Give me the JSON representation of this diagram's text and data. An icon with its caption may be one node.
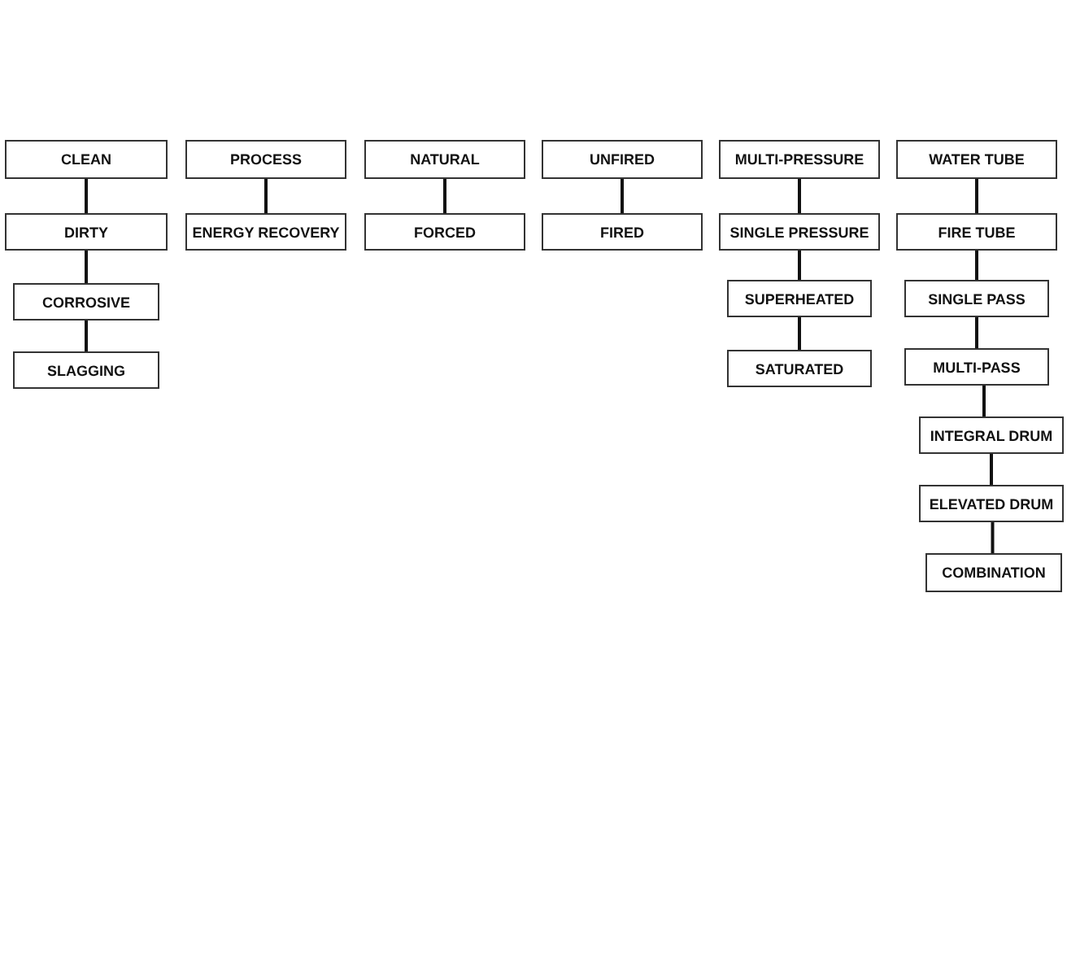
{
  "diagram": {
    "nodes": [
      {
        "text": [
          "CLEAN"
        ]
      },
      {
        "text": [
          "PROCESS"
        ]
      },
      {
        "text": [
          "NATURAL"
        ]
      },
      {
        "text": [
          "UNFIRED"
        ]
      },
      {
        "text": [
          "MULTI-PRESSURE"
        ]
      },
      {
        "text": [
          "WATER TUBE"
        ]
      },
      {
        "text": [
          "DIRTY"
        ]
      },
      {
        "text": [
          "ENERGY RECOVERY"
        ]
      },
      {
        "text": [
          "FORCED"
        ]
      },
      {
        "text": [
          "FIRED"
        ]
      },
      {
        "text": [
          "SINGLE PRESSURE"
        ]
      },
      {
        "text": [
          "FIRE TUBE"
        ]
      },
      {
        "text": [
          "CORROSIVE"
        ]
      },
      {
        "text": [
          "SUPERHEATED"
        ]
      },
      {
        "text": [
          "SINGLE PASS"
        ]
      },
      {
        "text": [
          "SLAGGING"
        ]
      },
      {
        "text": [
          "SATURATED"
        ]
      },
      {
        "text": [
          "MULTI-PASS"
        ]
      },
      {
        "text": [
          "INTEGRAL DRUM"
        ]
      },
      {
        "text": [
          "ELEVATED DRUM"
        ]
      },
      {
        "text": [
          "COMBINATION"
        ]
      }
    ],
    "edges": [
      {
        "from": 0,
        "to": 6,
        "arrow": "none"
      },
      {
        "from": 6,
        "to": 12,
        "arrow": "none"
      },
      {
        "from": 12,
        "to": 15,
        "arrow": "none"
      },
      {
        "from": 1,
        "to": 7,
        "arrow": "none"
      },
      {
        "from": 2,
        "to": 8,
        "arrow": "none"
      },
      {
        "from": 3,
        "to": 9,
        "arrow": "none"
      },
      {
        "from": 4,
        "to": 10,
        "arrow": "none"
      },
      {
        "from": 10,
        "to": 13,
        "arrow": "none"
      },
      {
        "from": 13,
        "to": 16,
        "arrow": "none"
      },
      {
        "from": 5,
        "to": 11,
        "arrow": "none"
      },
      {
        "from": 11,
        "to": 14,
        "arrow": "none"
      },
      {
        "from": 14,
        "to": 17,
        "arrow": "none"
      },
      {
        "from": 17,
        "to": 18,
        "arrow": "none"
      },
      {
        "from": 18,
        "to": 19,
        "arrow": "none"
      },
      {
        "from": 19,
        "to": 20,
        "arrow": "none"
      }
    ]
  }
}
